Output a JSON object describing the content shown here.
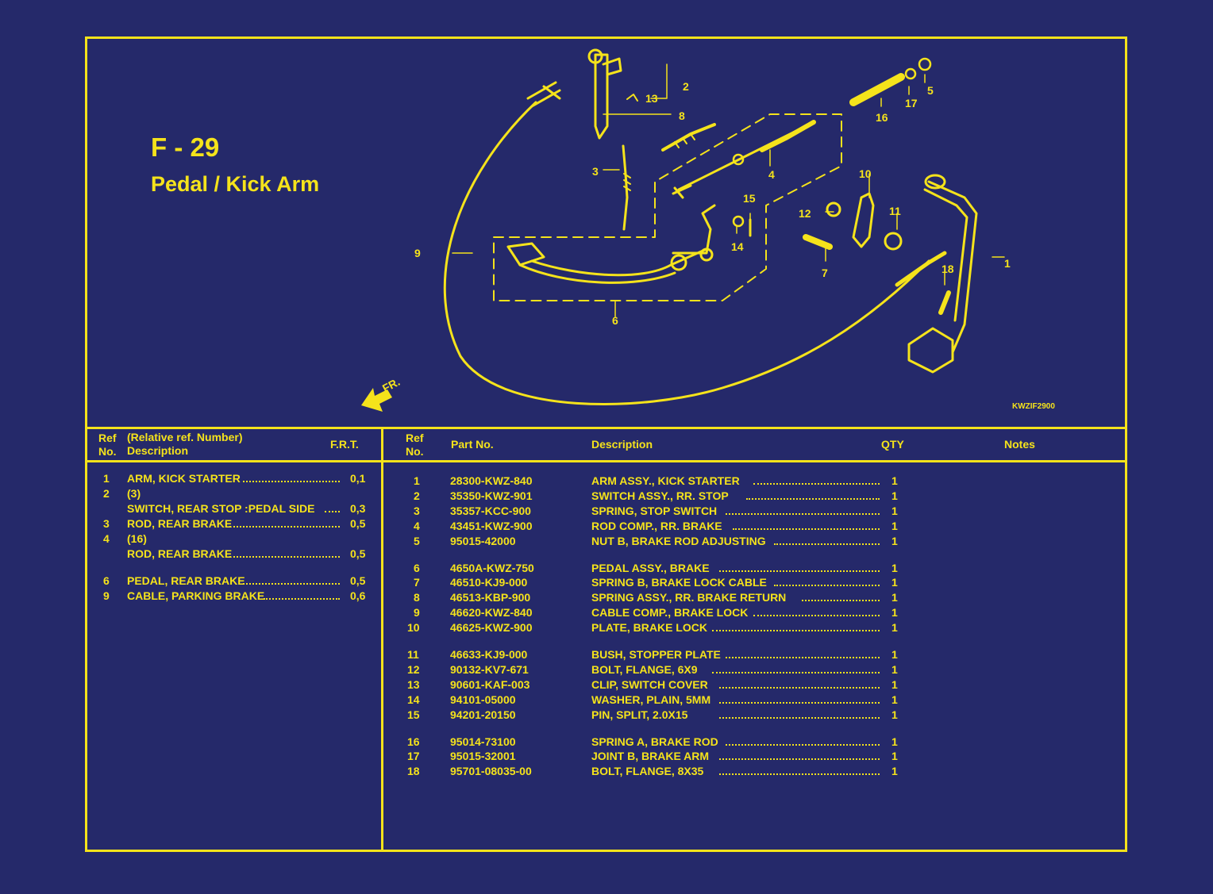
{
  "header": {
    "figure_no": "F - 29",
    "title": "Pedal / Kick Arm",
    "code": "KWZIF2900",
    "front_label": "FR."
  },
  "callouts": [
    "1",
    "2",
    "3",
    "4",
    "5",
    "6",
    "7",
    "8",
    "9",
    "10",
    "11",
    "12",
    "13",
    "14",
    "15",
    "16",
    "17",
    "18"
  ],
  "left_table": {
    "headers": {
      "ref": "Ref",
      "no": "No.",
      "relative": "(Relative ref. Number)",
      "desc": "Description",
      "frt": "F.R.T."
    },
    "rows": [
      {
        "ref": "1",
        "rel": "",
        "desc": "ARM, KICK STARTER",
        "frt": "0,1"
      },
      {
        "ref": "2",
        "rel": "(3)",
        "desc": "SWITCH, REAR STOP :PEDAL SIDE",
        "frt": "0,3"
      },
      {
        "ref": "3",
        "rel": "",
        "desc": "ROD, REAR BRAKE",
        "frt": "0,5"
      },
      {
        "ref": "4",
        "rel": "(16)",
        "desc": "ROD, REAR BRAKE",
        "frt": "0,5"
      },
      {
        "ref": "6",
        "rel": "",
        "desc": "PEDAL, REAR BRAKE",
        "frt": "0,5"
      },
      {
        "ref": "9",
        "rel": "",
        "desc": "CABLE, PARKING BRAKE",
        "frt": "0,6"
      }
    ]
  },
  "right_table": {
    "headers": {
      "ref": "Ref",
      "no": "No.",
      "part_no": "Part No.",
      "desc": "Description",
      "qty": "QTY",
      "notes": "Notes"
    },
    "rows": [
      {
        "ref": "1",
        "part": "28300-KWZ-840",
        "desc": "ARM ASSY., KICK STARTER",
        "qty": "1"
      },
      {
        "ref": "2",
        "part": "35350-KWZ-901",
        "desc": "SWITCH ASSY., RR. STOP",
        "qty": "1"
      },
      {
        "ref": "3",
        "part": "35357-KCC-900",
        "desc": "SPRING, STOP SWITCH",
        "qty": "1"
      },
      {
        "ref": "4",
        "part": "43451-KWZ-900",
        "desc": "ROD COMP., RR. BRAKE",
        "qty": "1"
      },
      {
        "ref": "5",
        "part": "95015-42000",
        "desc": "NUT B, BRAKE ROD ADJUSTING",
        "qty": "1"
      },
      {
        "ref": "6",
        "part": "4650A-KWZ-750",
        "desc": "PEDAL ASSY., BRAKE",
        "qty": "1"
      },
      {
        "ref": "7",
        "part": "46510-KJ9-000",
        "desc": "SPRING B, BRAKE LOCK CABLE",
        "qty": "1"
      },
      {
        "ref": "8",
        "part": "46513-KBP-900",
        "desc": "SPRING ASSY., RR. BRAKE RETURN",
        "qty": "1"
      },
      {
        "ref": "9",
        "part": "46620-KWZ-840",
        "desc": "CABLE COMP., BRAKE LOCK",
        "qty": "1"
      },
      {
        "ref": "10",
        "part": "46625-KWZ-900",
        "desc": "PLATE, BRAKE LOCK",
        "qty": "1"
      },
      {
        "ref": "11",
        "part": "46633-KJ9-000",
        "desc": "BUSH, STOPPER PLATE",
        "qty": "1"
      },
      {
        "ref": "12",
        "part": "90132-KV7-671",
        "desc": "BOLT, FLANGE, 6X9",
        "qty": "1"
      },
      {
        "ref": "13",
        "part": "90601-KAF-003",
        "desc": "CLIP, SWITCH COVER",
        "qty": "1"
      },
      {
        "ref": "14",
        "part": "94101-05000",
        "desc": "WASHER, PLAIN, 5MM",
        "qty": "1"
      },
      {
        "ref": "15",
        "part": "94201-20150",
        "desc": "PIN, SPLIT, 2.0X15",
        "qty": "1"
      },
      {
        "ref": "16",
        "part": "95014-73100",
        "desc": "SPRING A, BRAKE ROD",
        "qty": "1"
      },
      {
        "ref": "17",
        "part": "95015-32001",
        "desc": "JOINT B, BRAKE ARM",
        "qty": "1"
      },
      {
        "ref": "18",
        "part": "95701-08035-00",
        "desc": "BOLT, FLANGE, 8X35",
        "qty": "1"
      }
    ]
  },
  "colors": {
    "background": "#25296a",
    "ink": "#f5e31b"
  }
}
